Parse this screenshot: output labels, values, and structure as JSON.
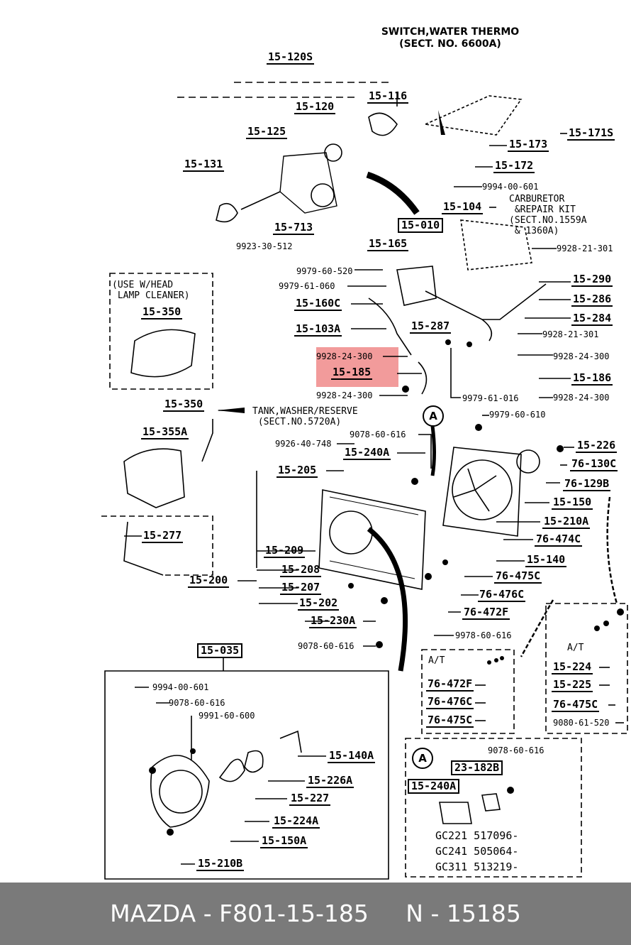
{
  "header_note": {
    "line1": "SWITCH,WATER THERMO",
    "line2": "(SECT. NO. 6600A)"
  },
  "notes": {
    "carburetor": "CARBURETOR\n &REPAIR KIT\n(SECT.NO.1559A\n & 1360A)",
    "head_lamp": "(USE W/HEAD\n LAMP CLEANER)",
    "tank": "TANK,WASHER/RESERVE\n (SECT.NO.5720A)",
    "at_left": "A/T",
    "at_right": "A/T",
    "circle_a": "A"
  },
  "labels": {
    "p15_120s": "15-120S",
    "p15_116": "15-116",
    "p15_120": "15-120",
    "p15_125": "15-125",
    "p15_171s": "15-171S",
    "p15_173": "15-173",
    "p15_131": "15-131",
    "p15_172": "15-172",
    "n9994_00_601_top": "9994-00-601",
    "p15_104": "15-104",
    "p15_713": "15-713",
    "p15_010": "15-010",
    "n9923_30_512": "9923-30-512",
    "p15_165": "15-165",
    "n9928_21_301_top": "9928-21-301",
    "n9979_60_520": "9979-60-520",
    "p15_290": "15-290",
    "n9979_61_060": "9979-61-060",
    "p15_286": "15-286",
    "p15_160c": "15-160C",
    "p15_350_top": "15-350",
    "p15_284": "15-284",
    "p15_103a": "15-103A",
    "p15_287": "15-287",
    "n9928_21_301_mid": "9928-21-301",
    "n9928_24_300_a": "9928-24-300",
    "n9928_24_300_b": "9928-24-300",
    "p15_185": "15-185",
    "p15_186": "15-186",
    "n9928_24_300_c": "9928-24-300",
    "n9979_61_016": "9979-61-016",
    "n9928_24_300_d": "9928-24-300",
    "p15_350_bottom": "15-350",
    "n9979_60_610": "9979-60-610",
    "p15_355a": "15-355A",
    "n9078_60_616_a": "9078-60-616",
    "n9926_40_748": "9926-40-748",
    "p15_240a": "15-240A",
    "p15_226": "15-226",
    "p76_130c": "76-130C",
    "p15_205": "15-205",
    "p76_129b": "76-129B",
    "p15_150": "15-150",
    "p15_277": "15-277",
    "p15_210a": "15-210A",
    "p76_474c": "76-474C",
    "p15_209": "15-209",
    "p15_140": "15-140",
    "p15_200": "15-200",
    "p15_208": "15-208",
    "p76_475c": "76-475C",
    "p15_207": "15-207",
    "p76_476c": "76-476C",
    "p15_202": "15-202",
    "p76_472f": "76-472F",
    "p15_230a": "15-230A",
    "n9978_60_616": "9978-60-616",
    "n9078_60_616_b": "9078-60-616",
    "p15_035": "15-035",
    "p15_224": "15-224",
    "p76_472f_at": "76-472F",
    "p15_225": "15-225",
    "n9994_00_601_bot": "9994-00-601",
    "p76_476c_at": "76-476C",
    "p76_475c_at": "76-475C",
    "n9078_60_616_c": "9078-60-616",
    "p76_475c_at2": "76-475C",
    "n9991_60_600": "9991-60-600",
    "n9080_61_520": "9080-61-520",
    "p15_140a": "15-140A",
    "n9078_60_616_d": "9078-60-616",
    "p15_226a": "15-226A",
    "p23_182b": "23-182B",
    "p15_227": "15-227",
    "p15_240a_box": "15-240A",
    "p15_224a": "15-224A",
    "p15_150a": "15-150A",
    "p15_210b": "15-210B",
    "gc221": "GC221  517096-",
    "gc241": "GC241  505064-",
    "gc311": "GC311  513219-"
  },
  "footer": {
    "brand": "MAZDA",
    "part_number": "F801-15-185",
    "n_number": "N - 15185",
    "text": "MAZDA - F801-15-185     N - 15185"
  },
  "colors": {
    "highlight": "#f08a8a",
    "footer_bg": "#7a7a7a",
    "footer_text": "#ffffff",
    "ink": "#000000"
  }
}
